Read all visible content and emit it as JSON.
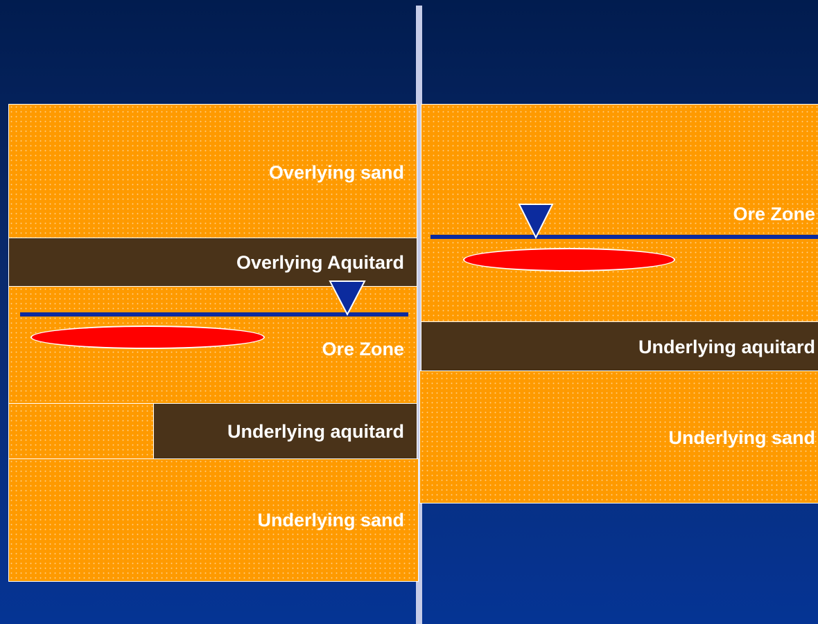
{
  "left_panel": {
    "overlying_sand_label": "Overlying sand",
    "overlying_aquitard_label": "Overlying Aquitard",
    "ore_zone_label": "Ore Zone",
    "underlying_aquitard_label": "Underlying aquitard",
    "underlying_sand_label": "Underlying sand"
  },
  "right_panel": {
    "ore_zone_label": "Ore Zone",
    "underlying_aquitard_label": "Underlying aquitard",
    "underlying_sand_label": "Underlying sand"
  },
  "colors": {
    "sand": "#fe9a00",
    "aquitard": "#4a3319",
    "ore": "#ff0000",
    "water_table": "#0c2b9e",
    "background": "#0a2a6e"
  },
  "icons": [
    "water-table-triangle-icon"
  ]
}
